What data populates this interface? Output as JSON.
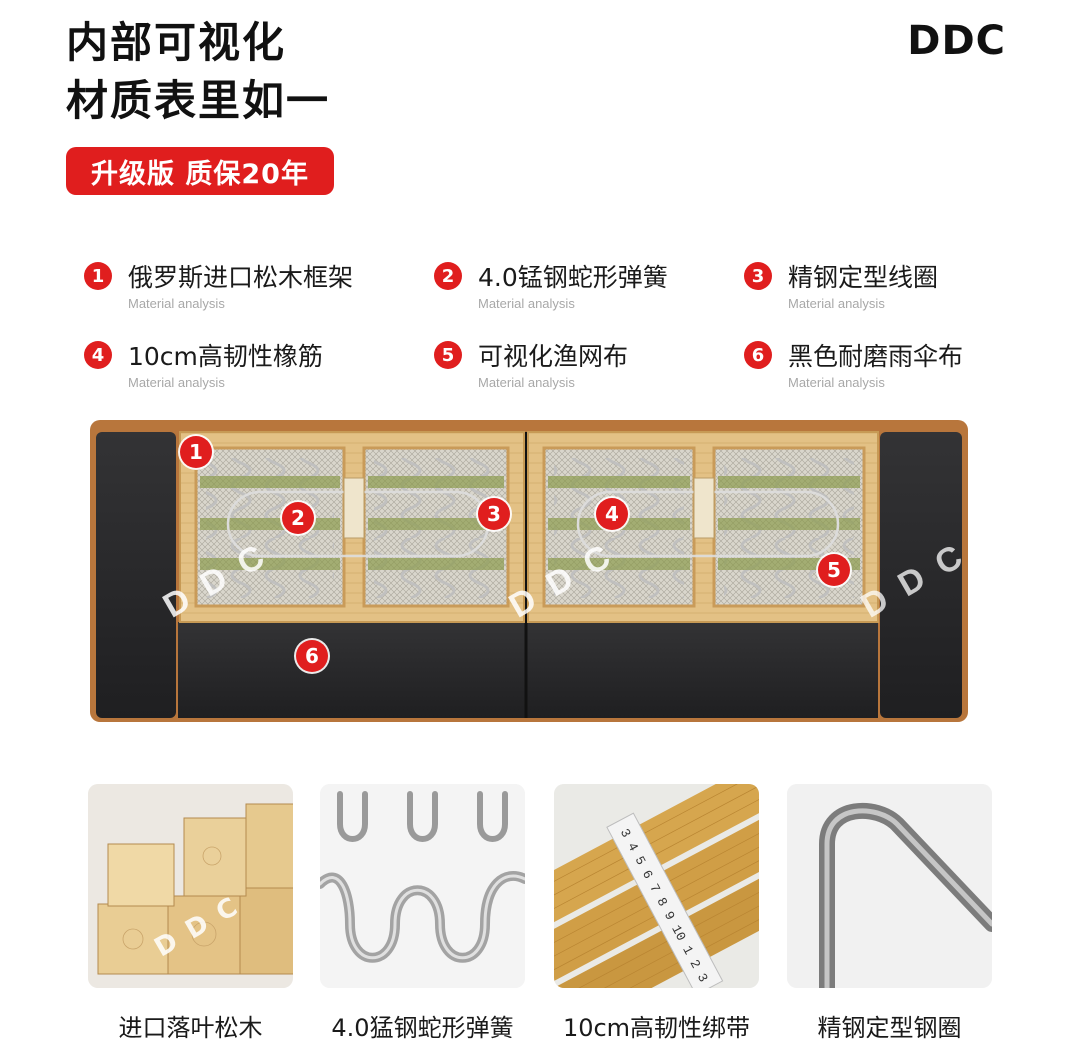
{
  "header": {
    "headline_line1": "内部可视化",
    "headline_line2": "材质表里如一",
    "brand": "DDC",
    "badge": "升级版 质保20年"
  },
  "legend": [
    {
      "num": "1",
      "title": "俄罗斯进口松木框架",
      "sub": "Material analysis"
    },
    {
      "num": "2",
      "title": "4.0锰钢蛇形弹簧",
      "sub": "Material analysis"
    },
    {
      "num": "3",
      "title": "精钢定型线圈",
      "sub": "Material analysis"
    },
    {
      "num": "4",
      "title": "10cm高韧性橡筋",
      "sub": "Material analysis"
    },
    {
      "num": "5",
      "title": "可视化渔网布",
      "sub": "Material analysis"
    },
    {
      "num": "6",
      "title": "黑色耐磨雨伞布",
      "sub": "Material analysis"
    }
  ],
  "callouts": [
    "1",
    "2",
    "3",
    "4",
    "5",
    "6"
  ],
  "watermark": "DDC",
  "materials": [
    {
      "label": "进口落叶松木"
    },
    {
      "label": "4.0猛钢蛇形弹簧"
    },
    {
      "label": "10cm高韧性绑带"
    },
    {
      "label": "精钢定型钢圈"
    }
  ],
  "tape_digits": "3 4 5 6 7 8 9 10 1 2 3",
  "colors": {
    "accent_red": "#e01e1e",
    "sofa_leather": "#b8763c",
    "sofa_fabric": "#2b2b2d",
    "pine_wood": "#e6c88f",
    "webbing_green": "#8a9a4a"
  }
}
